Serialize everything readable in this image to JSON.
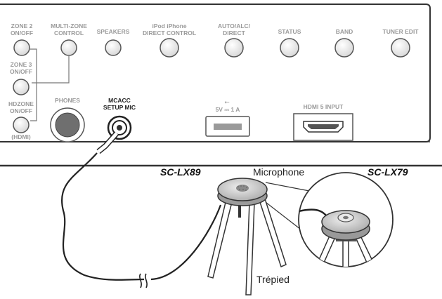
{
  "panel": {
    "top_labels": {
      "zone2": [
        "ZONE 2",
        "ON/OFF"
      ],
      "multizone": [
        "MULTI-ZONE",
        "CONTROL"
      ],
      "speakers": [
        "SPEAKERS"
      ],
      "ipod": [
        "iPod iPhone",
        "DIRECT CONTROL"
      ],
      "auto": [
        "AUTO/ALC/",
        "DIRECT"
      ],
      "status": [
        "STATUS"
      ],
      "band": [
        "BAND"
      ],
      "tuner": [
        "TUNER EDIT"
      ]
    },
    "side_labels": {
      "zone3": [
        "ZONE 3",
        "ON/OFF"
      ],
      "hdzone": [
        "HDZONE",
        "ON/OFF"
      ],
      "hdmi": [
        "(HDMI)"
      ]
    },
    "phones": "PHONES",
    "mcacc": [
      "MCACC",
      "SETUP MIC"
    ],
    "usb_icon": "⭠",
    "usb_rating": "5V ⎓ 1 A",
    "hdmi_input": "HDMI 5 INPUT"
  },
  "callouts": {
    "model_left": "SC-LX89",
    "model_right": "SC-LX79",
    "microphone": "Microphone",
    "tripod": "Trépied"
  },
  "colors": {
    "panel_stroke": "#333333",
    "label_gray": "#9a9a9a",
    "mic_body": "#c8c8c8"
  }
}
